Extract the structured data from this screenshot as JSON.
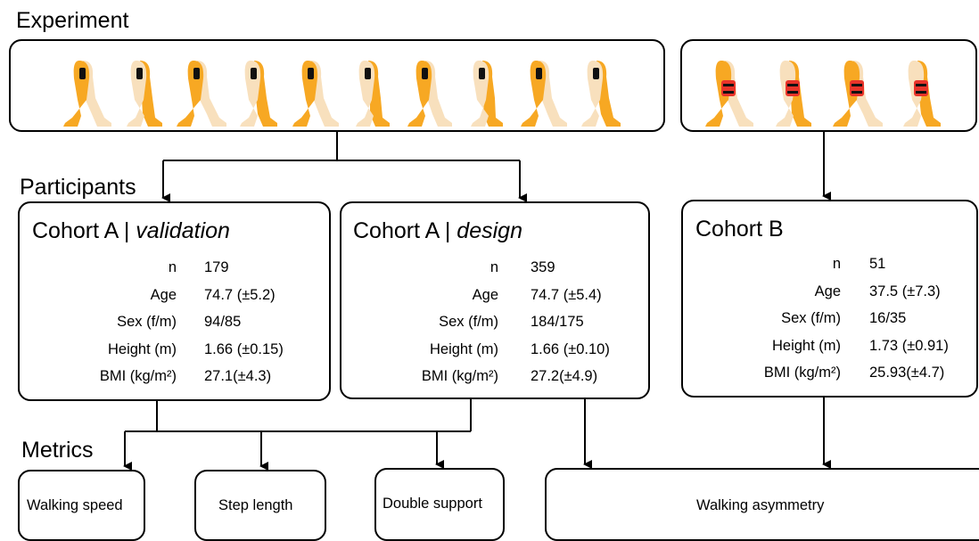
{
  "sections": {
    "experiment": "Experiment",
    "participants": "Participants",
    "metrics": "Metrics"
  },
  "colors": {
    "skin_light": "#f8e0bd",
    "skin_orange": "#f7a823",
    "brace_red": "#e8342a",
    "sensor": "#111111"
  },
  "experiment": {
    "left_panel_icons": [
      "walking-leg-sensor-icon",
      "walking-leg-sensor-icon",
      "walking-leg-sensor-icon",
      "walking-leg-sensor-icon",
      "walking-leg-sensor-icon",
      "walking-leg-sensor-icon",
      "walking-leg-sensor-icon",
      "walking-leg-sensor-icon",
      "walking-leg-sensor-icon",
      "walking-leg-sensor-icon"
    ],
    "right_panel_icons": [
      "walking-leg-brace-icon",
      "walking-leg-brace-icon",
      "walking-leg-brace-icon",
      "walking-leg-brace-icon"
    ]
  },
  "cohorts": {
    "validation": {
      "title_prefix": "Cohort A | ",
      "title_emphasis": "validation",
      "rows": [
        {
          "label": "n",
          "value": "179"
        },
        {
          "label": "Age",
          "value": "74.7 (±5.2)"
        },
        {
          "label": "Sex (f/m)",
          "value": "94/85"
        },
        {
          "label": "Height (m)",
          "value": "1.66 (±0.15)"
        },
        {
          "label": "BMI (kg/m²)",
          "value": "27.1(±4.3)"
        }
      ]
    },
    "design": {
      "title_prefix": "Cohort A | ",
      "title_emphasis": "design",
      "rows": [
        {
          "label": "n",
          "value": "359"
        },
        {
          "label": "Age",
          "value": "74.7 (±5.4)"
        },
        {
          "label": "Sex (f/m)",
          "value": "184/175"
        },
        {
          "label": "Height (m)",
          "value": "1.66 (±0.10)"
        },
        {
          "label": "BMI (kg/m²)",
          "value": "27.2(±4.9)"
        }
      ]
    },
    "b": {
      "title_prefix": "Cohort B",
      "title_emphasis": "",
      "rows": [
        {
          "label": "n",
          "value": "51"
        },
        {
          "label": "Age",
          "value": "37.5 (±7.3)"
        },
        {
          "label": "Sex (f/m)",
          "value": "16/35"
        },
        {
          "label": "Height (m)",
          "value": "1.73 (±0.91)"
        },
        {
          "label": "BMI (kg/m²)",
          "value": "25.93(±4.7)"
        }
      ]
    }
  },
  "metrics": {
    "walking_speed": "Walking speed",
    "step_length": "Step length",
    "double_support": "Double support",
    "walking_asymmetry": "Walking asymmetry"
  }
}
